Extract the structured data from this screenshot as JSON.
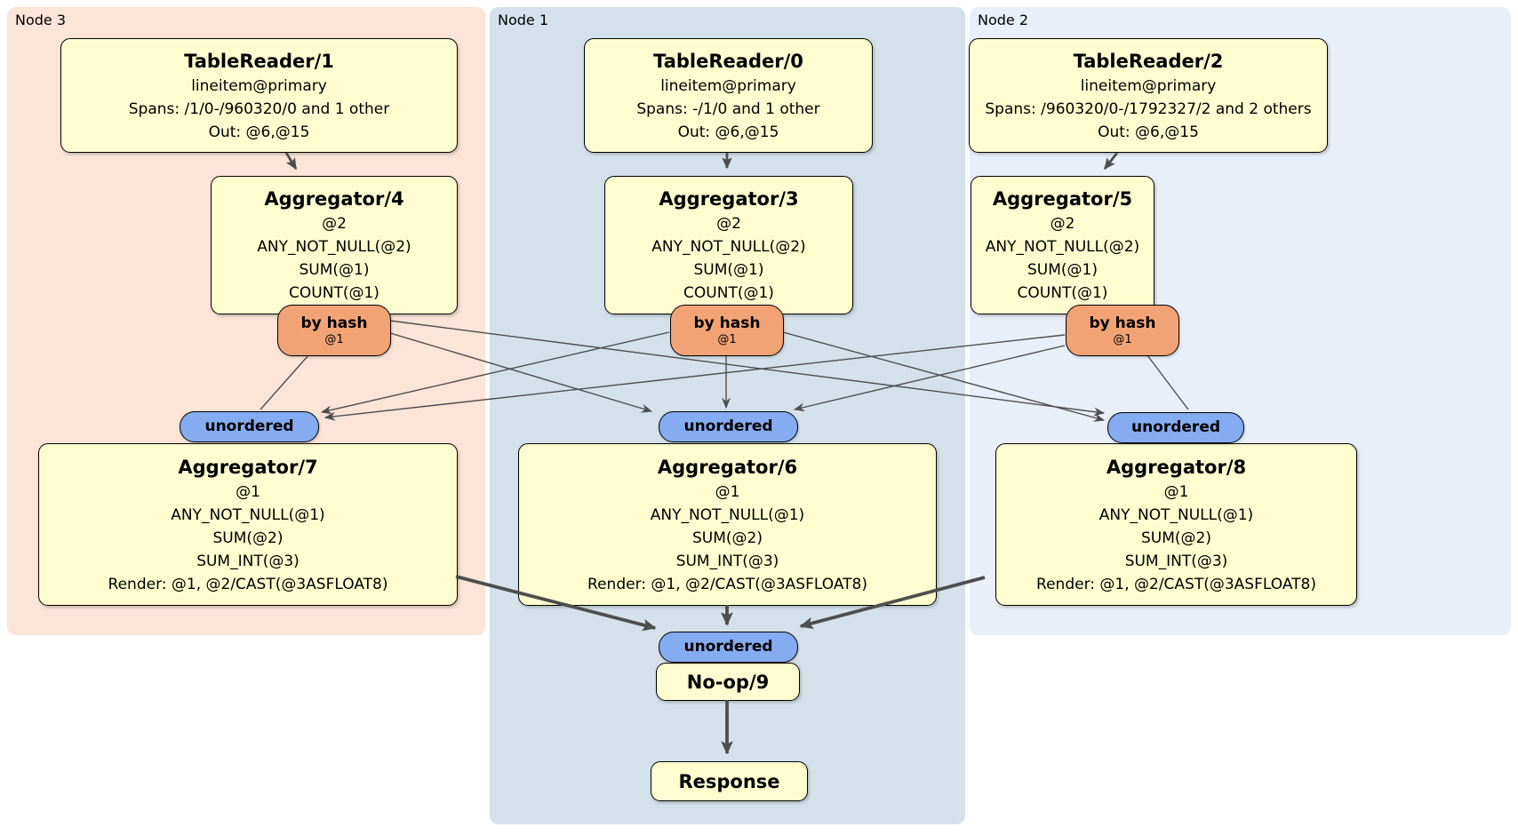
{
  "regions": {
    "node3": {
      "label": "Node 3"
    },
    "node1": {
      "label": "Node 1"
    },
    "node2": {
      "label": "Node 2"
    }
  },
  "processors": {
    "tr1": {
      "title": "TableReader/1",
      "lines": [
        "lineitem@primary",
        "Spans: /1/0-/960320/0 and 1 other",
        "Out: @6,@15"
      ]
    },
    "tr0": {
      "title": "TableReader/0",
      "lines": [
        "lineitem@primary",
        "Spans: -/1/0 and 1 other",
        "Out: @6,@15"
      ]
    },
    "tr2": {
      "title": "TableReader/2",
      "lines": [
        "lineitem@primary",
        "Spans: /960320/0-/1792327/2 and 2 others",
        "Out: @6,@15"
      ]
    },
    "agg4": {
      "title": "Aggregator/4",
      "lines": [
        "@2",
        "ANY_NOT_NULL(@2)",
        "SUM(@1)",
        "COUNT(@1)"
      ]
    },
    "agg3": {
      "title": "Aggregator/3",
      "lines": [
        "@2",
        "ANY_NOT_NULL(@2)",
        "SUM(@1)",
        "COUNT(@1)"
      ]
    },
    "agg5": {
      "title": "Aggregator/5",
      "lines": [
        "@2",
        "ANY_NOT_NULL(@2)",
        "SUM(@1)",
        "COUNT(@1)"
      ]
    },
    "agg7": {
      "title": "Aggregator/7",
      "lines": [
        "@1",
        "ANY_NOT_NULL(@1)",
        "SUM(@2)",
        "SUM_INT(@3)",
        "Render: @1, @2/CAST(@3ASFLOAT8)"
      ]
    },
    "agg6": {
      "title": "Aggregator/6",
      "lines": [
        "@1",
        "ANY_NOT_NULL(@1)",
        "SUM(@2)",
        "SUM_INT(@3)",
        "Render: @1, @2/CAST(@3ASFLOAT8)"
      ]
    },
    "agg8": {
      "title": "Aggregator/8",
      "lines": [
        "@1",
        "ANY_NOT_NULL(@1)",
        "SUM(@2)",
        "SUM_INT(@3)",
        "Render: @1, @2/CAST(@3ASFLOAT8)"
      ]
    },
    "noop": {
      "title": "No-op/9"
    },
    "response": {
      "title": "Response"
    }
  },
  "routers": {
    "by_hash": "by hash",
    "by_hash_sub": "@1",
    "unordered": "unordered"
  },
  "colors": {
    "node3-bg": "#fce4d7",
    "node1-bg": "#d4e1eb",
    "node2-bg": "#e9eff9",
    "proc-bg": "#fdfdd0",
    "byhash-bg": "#f2a376",
    "unordered-bg": "#85abf0",
    "edge": "#4e4e4e"
  }
}
